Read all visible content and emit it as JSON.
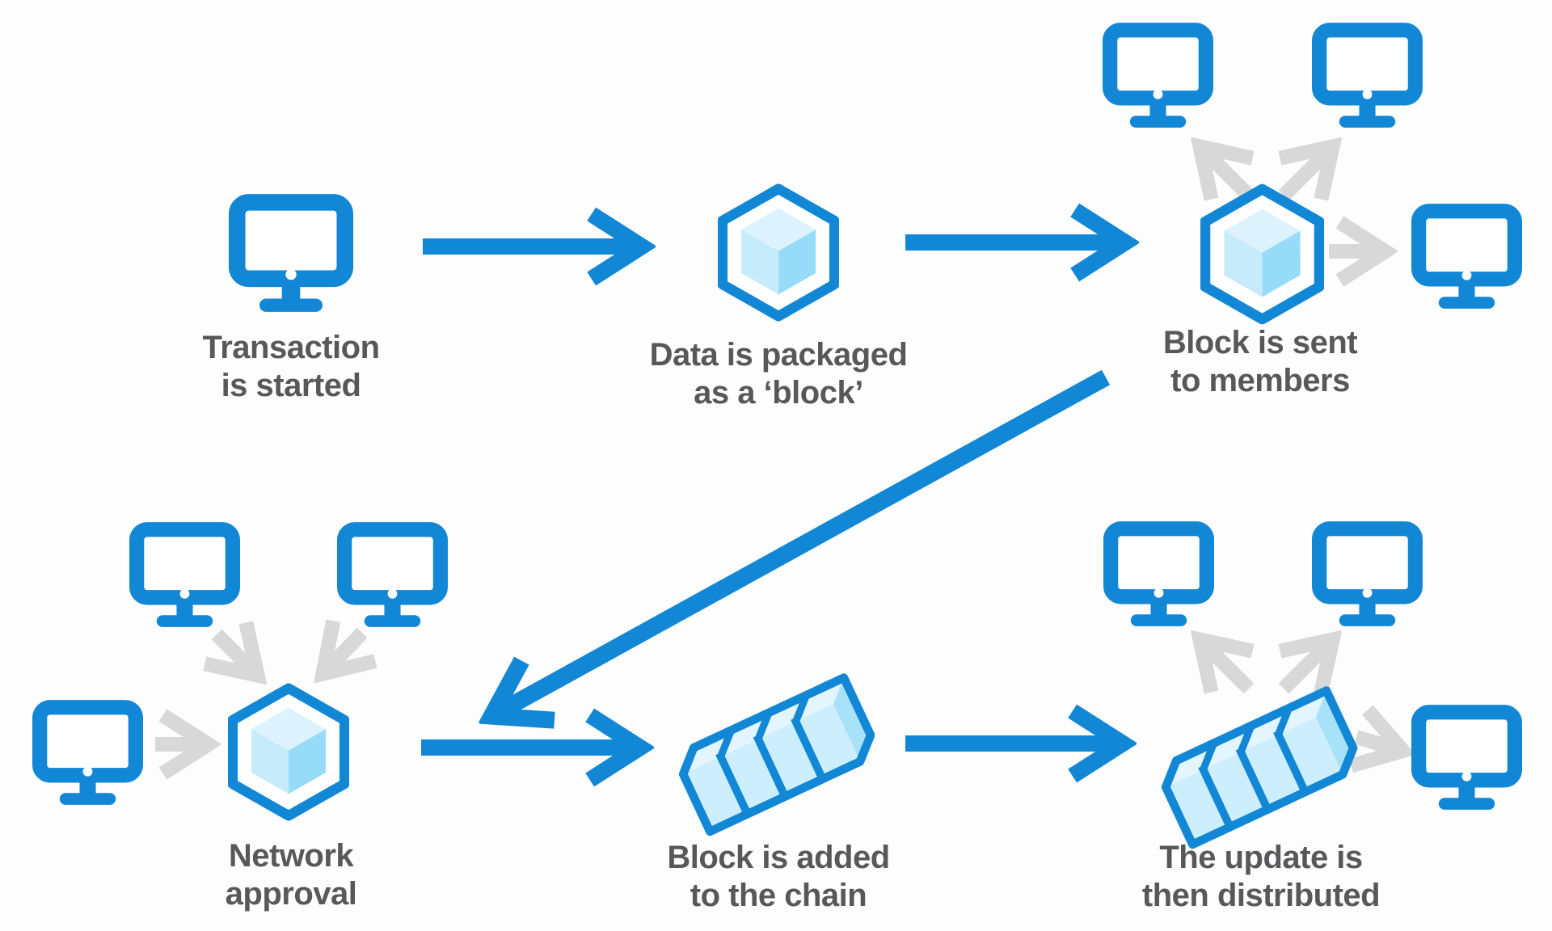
{
  "diagram": {
    "subject": "blockchain-process-flow",
    "steps": [
      {
        "line1": "Transaction",
        "line2": "is started"
      },
      {
        "line1": "Data is packaged",
        "line2": "as a ‘block’"
      },
      {
        "line1": "Block is sent",
        "line2": "to members"
      },
      {
        "line1": "Network",
        "line2": "approval"
      },
      {
        "line1": "Block is added",
        "line2": "to the chain"
      },
      {
        "line1": "The update is",
        "line2": "then distributed"
      }
    ],
    "icons": [
      "computer-monitor-icon",
      "block-cube-icon",
      "blockchain-chain-icon",
      "flow-arrow",
      "broadcast-arrow"
    ],
    "colors": {
      "brand_blue": "#1187d6",
      "gray_arrow": "#d8d8d8",
      "label_text": "#58585a",
      "cube_top": "#dcf3fd",
      "cube_left": "#c6ecfc",
      "cube_right": "#96dcf8",
      "chain_top": "#e3f5fe",
      "chain_front": "#cdeefc",
      "chain_side": "#a8e2f9",
      "background": "#fdfdfd"
    }
  }
}
